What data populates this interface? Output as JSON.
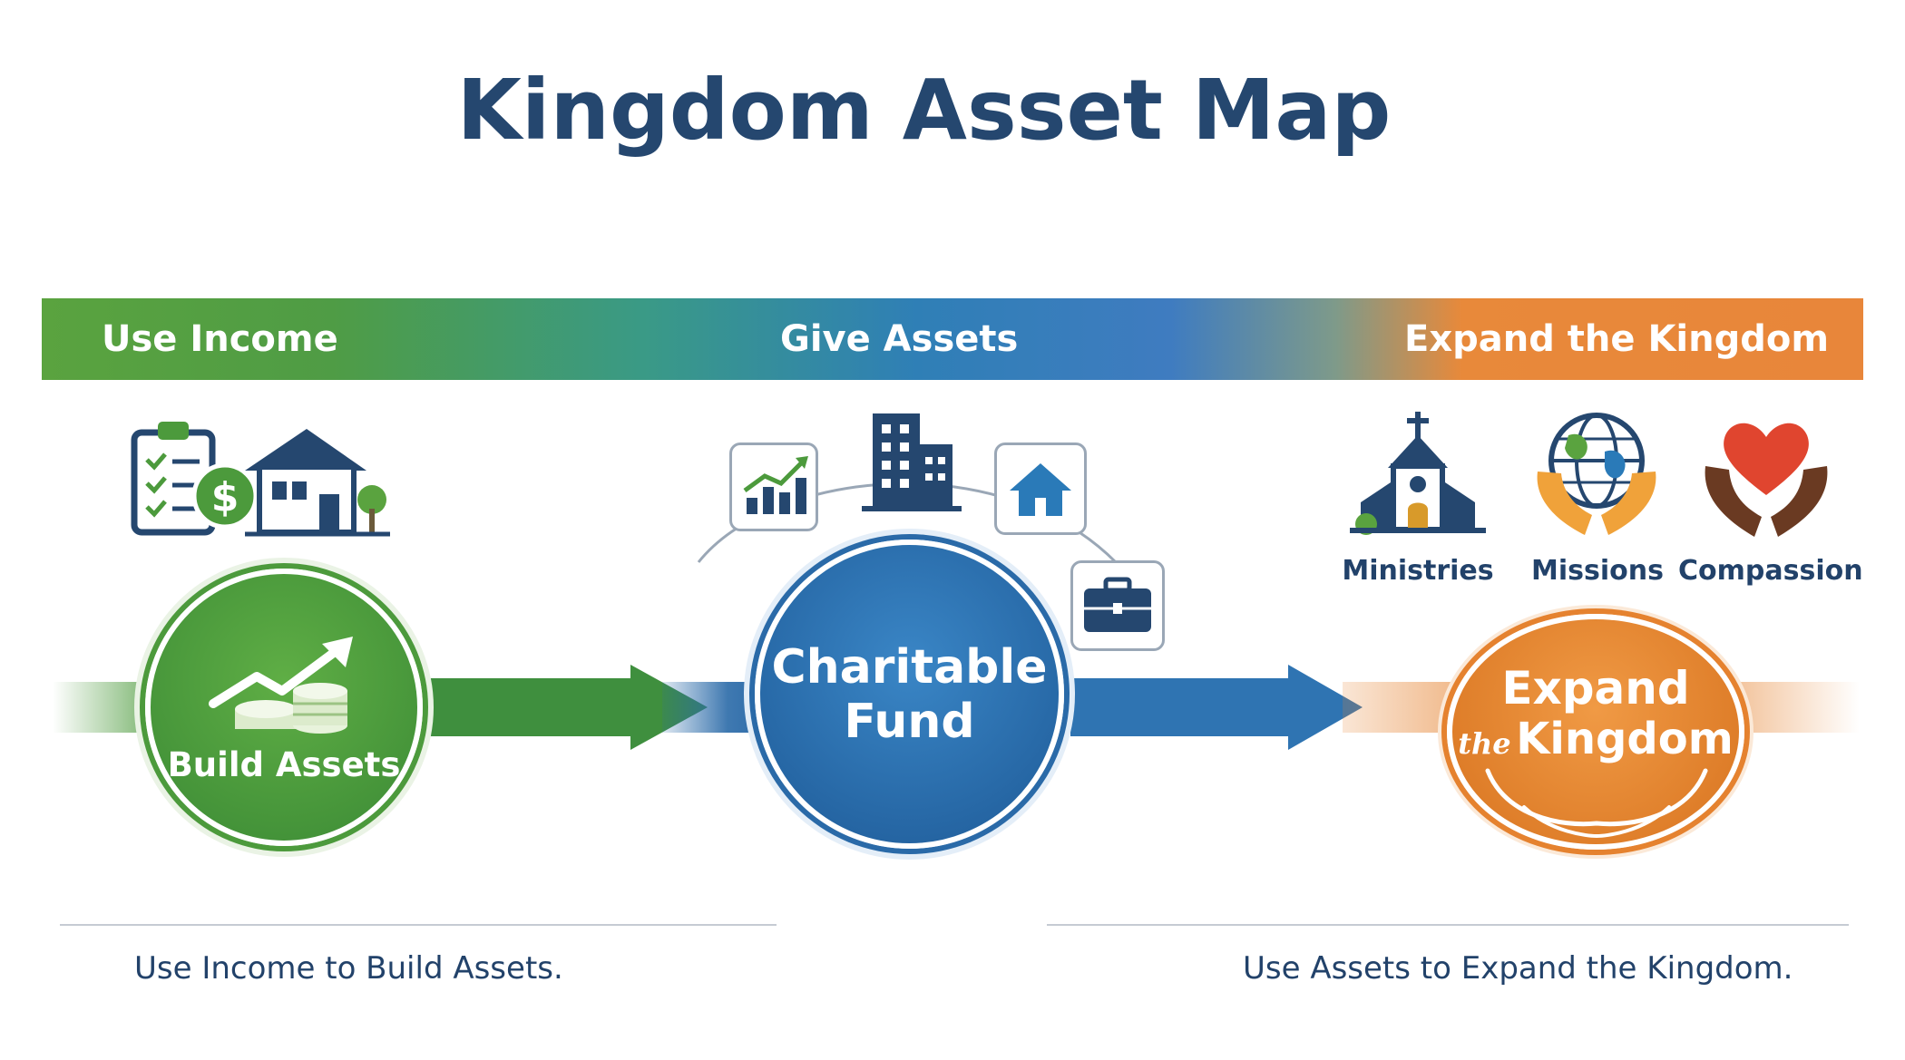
{
  "title": "Kingdom Asset Map",
  "band": {
    "left_label": "Use Income",
    "center_label": "Give Assets",
    "right_label": "Expand the Kingdom"
  },
  "nodes": {
    "build": {
      "label": "Build Assets"
    },
    "fund": {
      "line1": "Charitable",
      "line2": "Fund"
    },
    "expand": {
      "line1": "Expand",
      "line2_small": "the",
      "line2_main": "Kingdom"
    }
  },
  "outcomes": [
    {
      "label": "Ministries",
      "icon": "church-icon"
    },
    {
      "label": "Missions",
      "icon": "globe-hands-icon"
    },
    {
      "label": "Compassion",
      "icon": "heart-hands-icon"
    }
  ],
  "captions": {
    "left": "Use Income to Build Assets.",
    "right": "Use Assets to Expand the Kingdom."
  },
  "colors": {
    "green": "#4c9a3c",
    "blue": "#2a6aa8",
    "orange": "#e5822f",
    "navy": "#25476f"
  }
}
